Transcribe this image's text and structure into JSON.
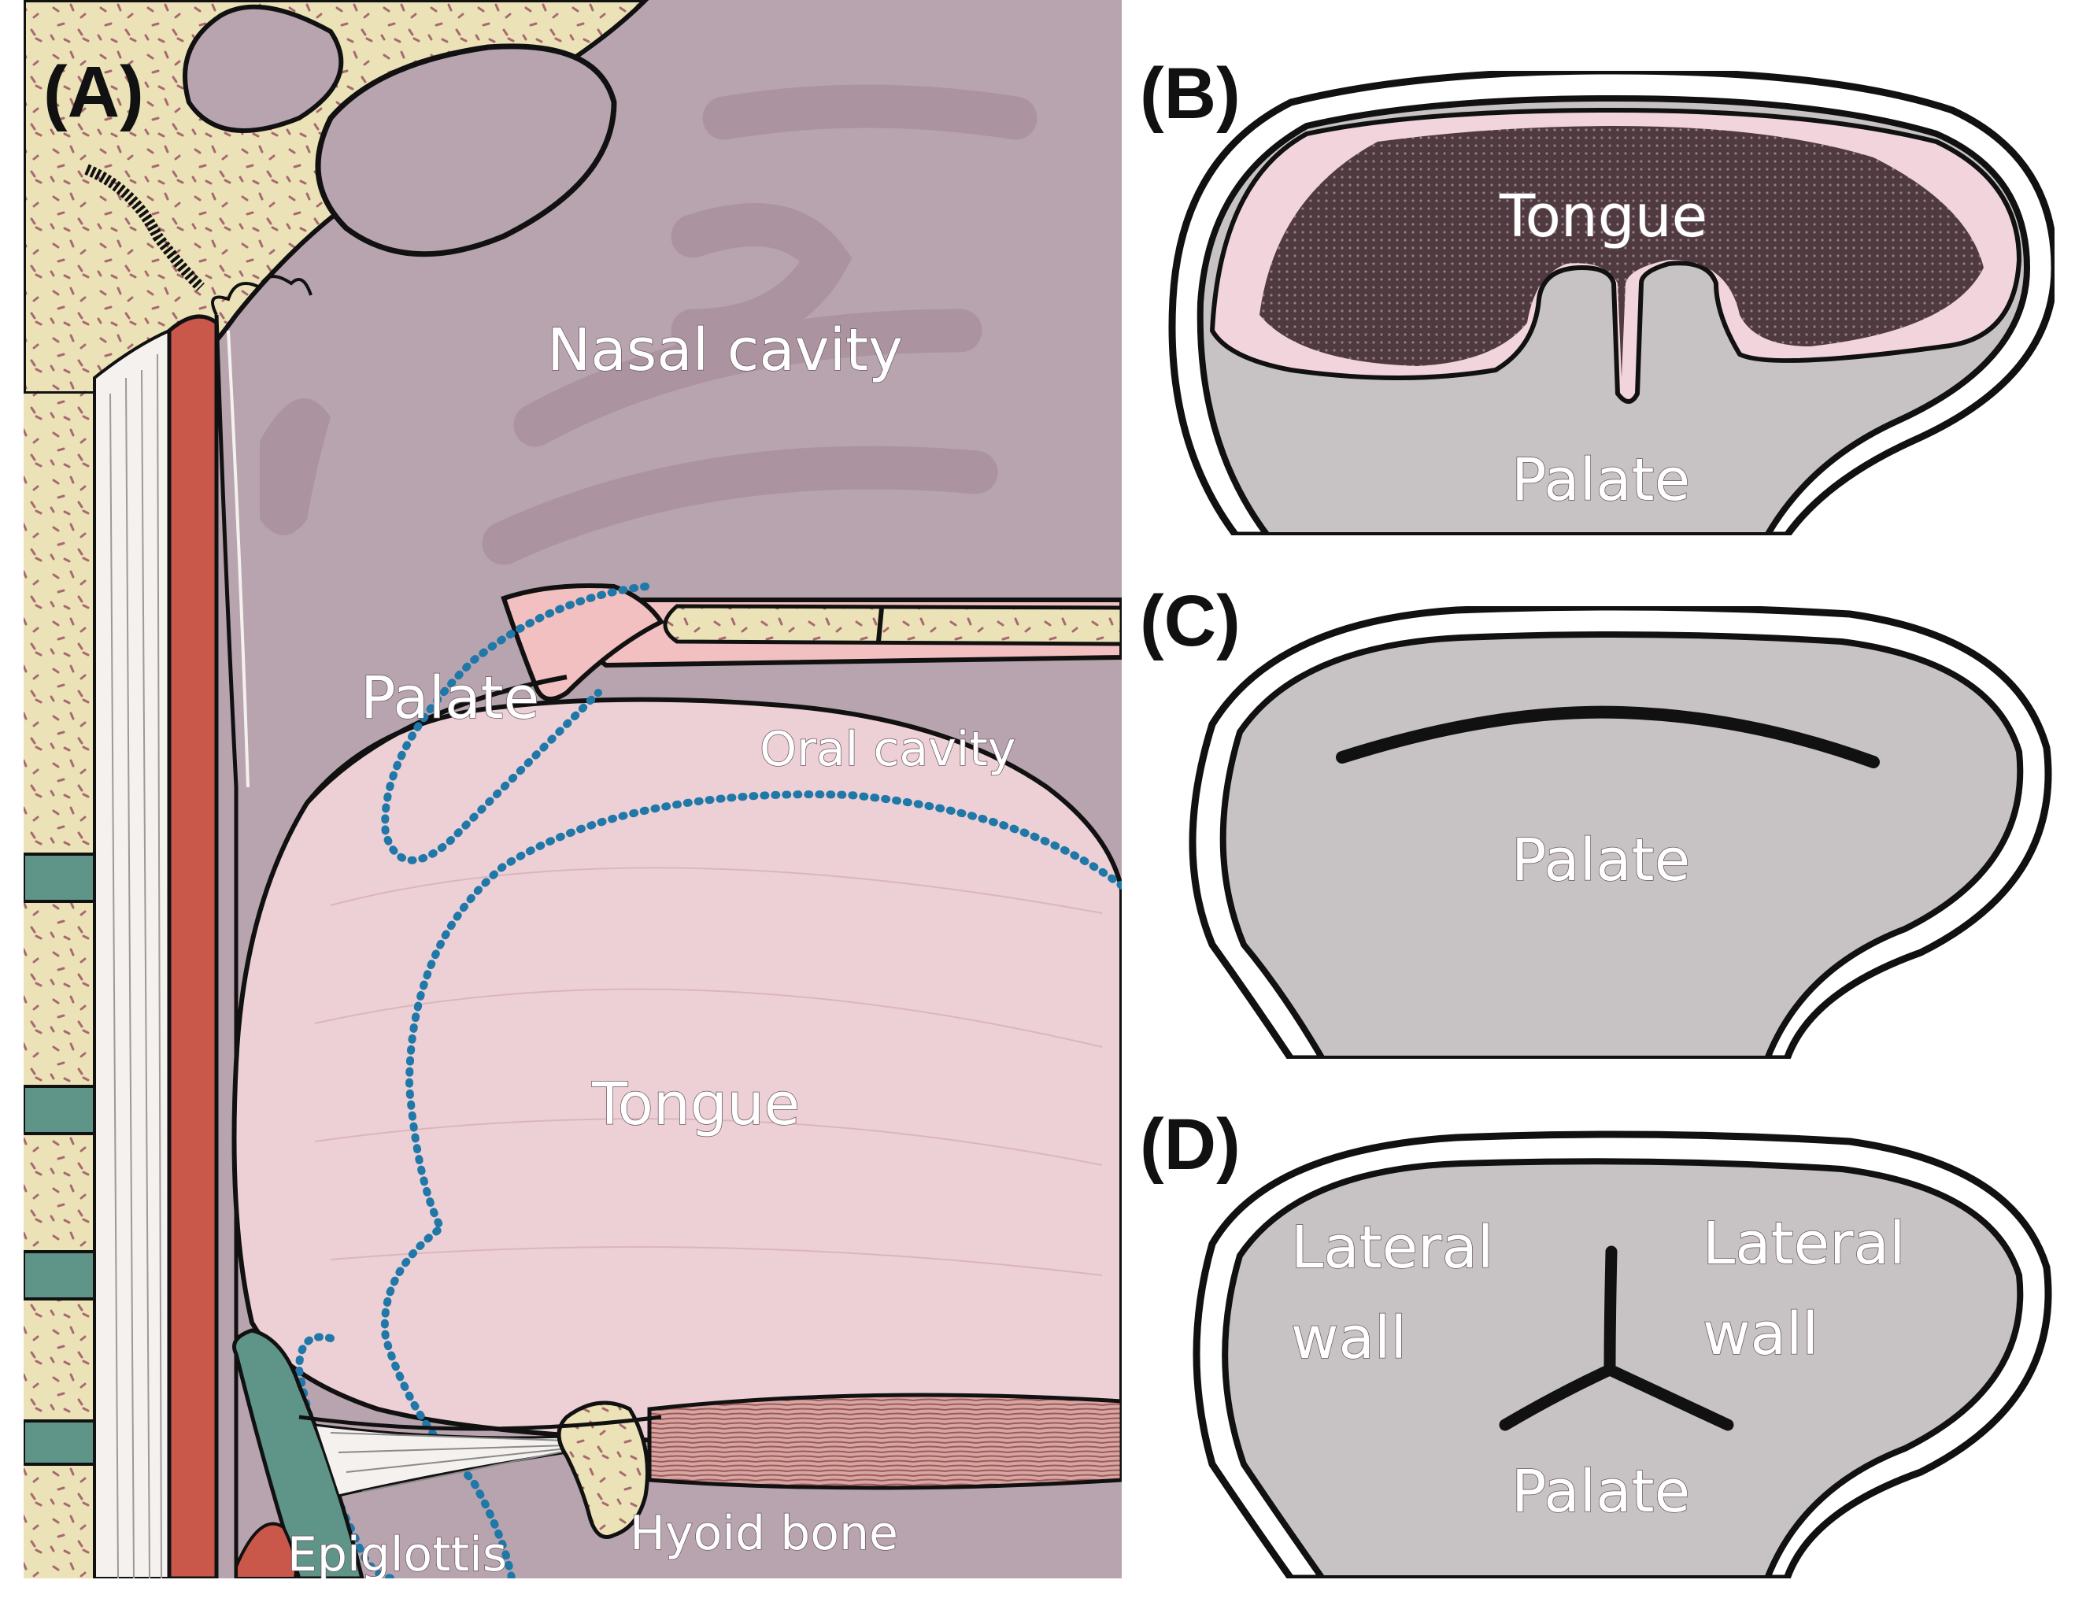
{
  "figure": {
    "panel_a": {
      "label": "(A)",
      "nasal_cavity": "Nasal cavity",
      "palate": "Palate",
      "oral_cavity": "Oral cavity",
      "tongue": "Tongue",
      "epiglottis": "Epiglottis",
      "hyoid_bone": "Hyoid bone"
    },
    "panel_b": {
      "label": "(B)",
      "tongue": "Tongue",
      "palate": "Palate"
    },
    "panel_c": {
      "label": "(C)",
      "palate": "Palate"
    },
    "panel_d": {
      "label": "(D)",
      "lateral_wall_left_line1": "Lateral",
      "lateral_wall_left_line2": "wall",
      "lateral_wall_right_line1": "Lateral",
      "lateral_wall_right_line2": "wall",
      "palate": "Palate"
    }
  },
  "colors": {
    "airway": "#b8a4ae",
    "tongue": "#ecd0d5",
    "bone": "#ece2b8",
    "muscle_red": "#c9584a",
    "cartilage_green": "#5f9588",
    "palate_pink": "#f2c0c0",
    "airway_gray": "#c7c2c4",
    "tongue_dark": "#5a4248",
    "dotted_blue": "#1f78a8"
  }
}
